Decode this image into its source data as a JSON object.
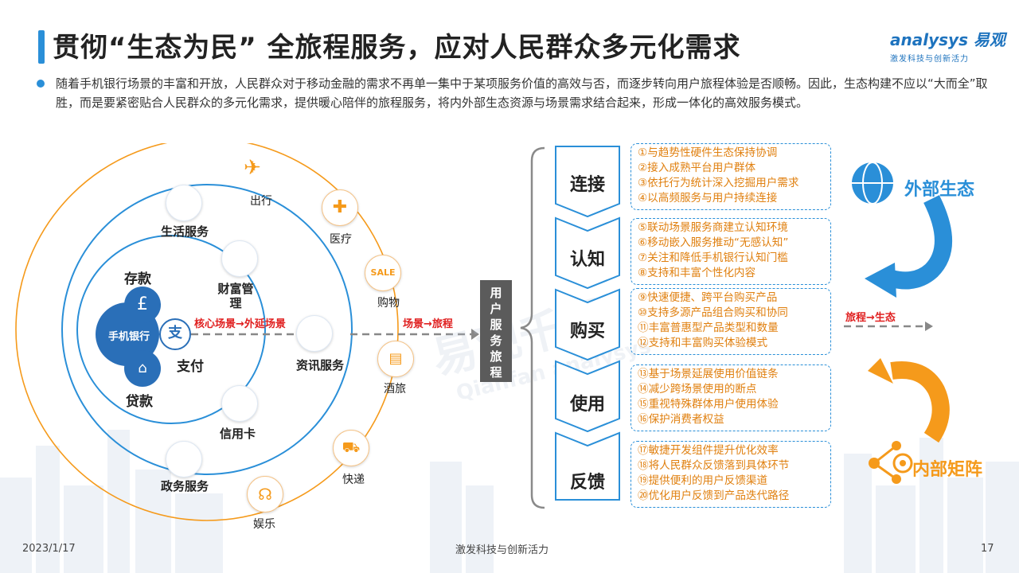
{
  "header": {
    "title": "贯彻“生态为民” 全旅程服务，应对人民群众多元化需求",
    "logo_brand": "analysys 易观",
    "logo_slogan": "激发科技与创新活力"
  },
  "intro_text": "随着手机银行场景的丰富和开放，人民群众对于移动金融的需求不再单一集中于某项服务价值的高效与否，而逐步转向用户旅程体验是否顺畅。因此，生态构建不应以“大而全”取胜，而是要紧密贴合人民群众的多元化需求，提供暖心陪伴的旅程服务，将内外部生态资源与场景需求结合起来，形成一体化的高效服务模式。",
  "left_diagram": {
    "center_label": "手机银行",
    "core_services": [
      "存款",
      "支付",
      "贷款"
    ],
    "middle_ring": [
      "生活服务",
      "财富管理",
      "资讯服务",
      "信用卡",
      "政务服务"
    ],
    "outer_ring": [
      "出行",
      "医疗",
      "购物",
      "酒旅",
      "快递",
      "娱乐"
    ],
    "arrow_core": "核心场景→外延场景",
    "arrow_journey": "场景→旅程"
  },
  "journey_label": "用户服务旅程",
  "phases": [
    {
      "label": "连接",
      "items": [
        "①与趋势性硬件生态保持协调",
        "②接入成熟平台用户群体",
        "③依托行为统计深入挖掘用户需求",
        "④以高频服务与用户持续连接"
      ]
    },
    {
      "label": "认知",
      "items": [
        "⑤联动场景服务商建立认知环境",
        "⑥移动嵌入服务推动“无感认知”",
        "⑦关注和降低手机银行认知门槛",
        "⑧支持和丰富个性化内容"
      ]
    },
    {
      "label": "购买",
      "items": [
        "⑨快速便捷、跨平台购买产品",
        "⑩支持多源产品组合购买和协同",
        "⑪丰富普惠型产品类型和数量",
        "⑫支持和丰富购买体验模式"
      ]
    },
    {
      "label": "使用",
      "items": [
        "⑬基于场景延展使用价值链条",
        "⑭减少跨场景使用的断点",
        "⑮重视特殊群体用户使用体验",
        "⑯保护消费者权益"
      ]
    },
    {
      "label": "反馈",
      "items": [
        "⑰敏捷开发组件提升优化效率",
        "⑱将人民群众反馈落到具体环节",
        "⑲提供便利的用户反馈渠道",
        "⑳优化用户反馈到产品迭代路径"
      ]
    }
  ],
  "right_diagram": {
    "external": "外部生态",
    "internal": "内部矩阵",
    "arrow_label": "旅程→生态"
  },
  "watermark": {
    "cn": "易观千帆",
    "en": "Qianfan analysys"
  },
  "colors": {
    "accent_blue": "#2a8fd8",
    "accent_orange": "#f59a1b",
    "item_text": "#e08010",
    "red": "#e02020"
  },
  "footer": {
    "date": "2023/1/17",
    "slogan": "激发科技与创新活力",
    "page": "17"
  }
}
